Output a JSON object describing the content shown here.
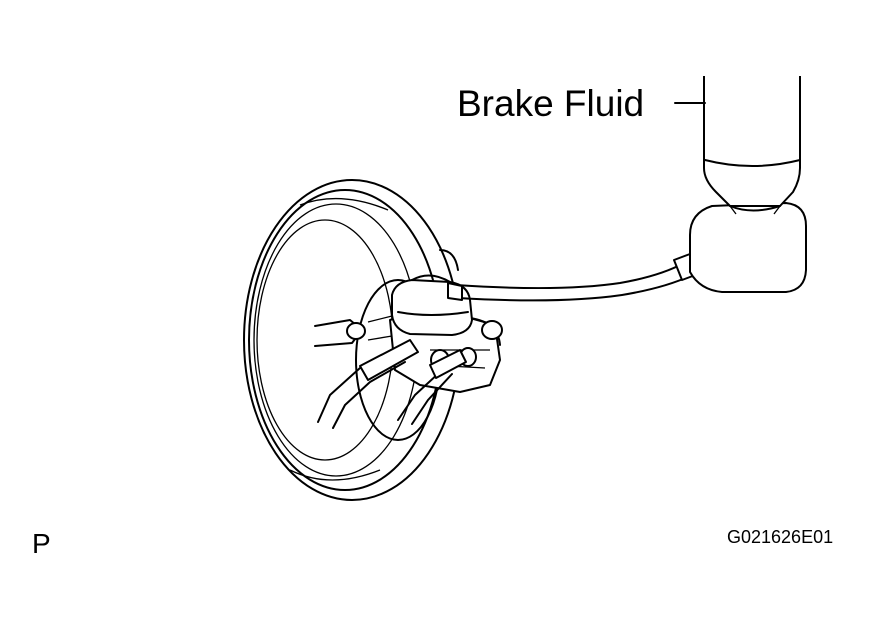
{
  "labels": {
    "brake_fluid": "Brake Fluid",
    "corner_mark": "P",
    "figure_code": "G021626E01"
  }
}
